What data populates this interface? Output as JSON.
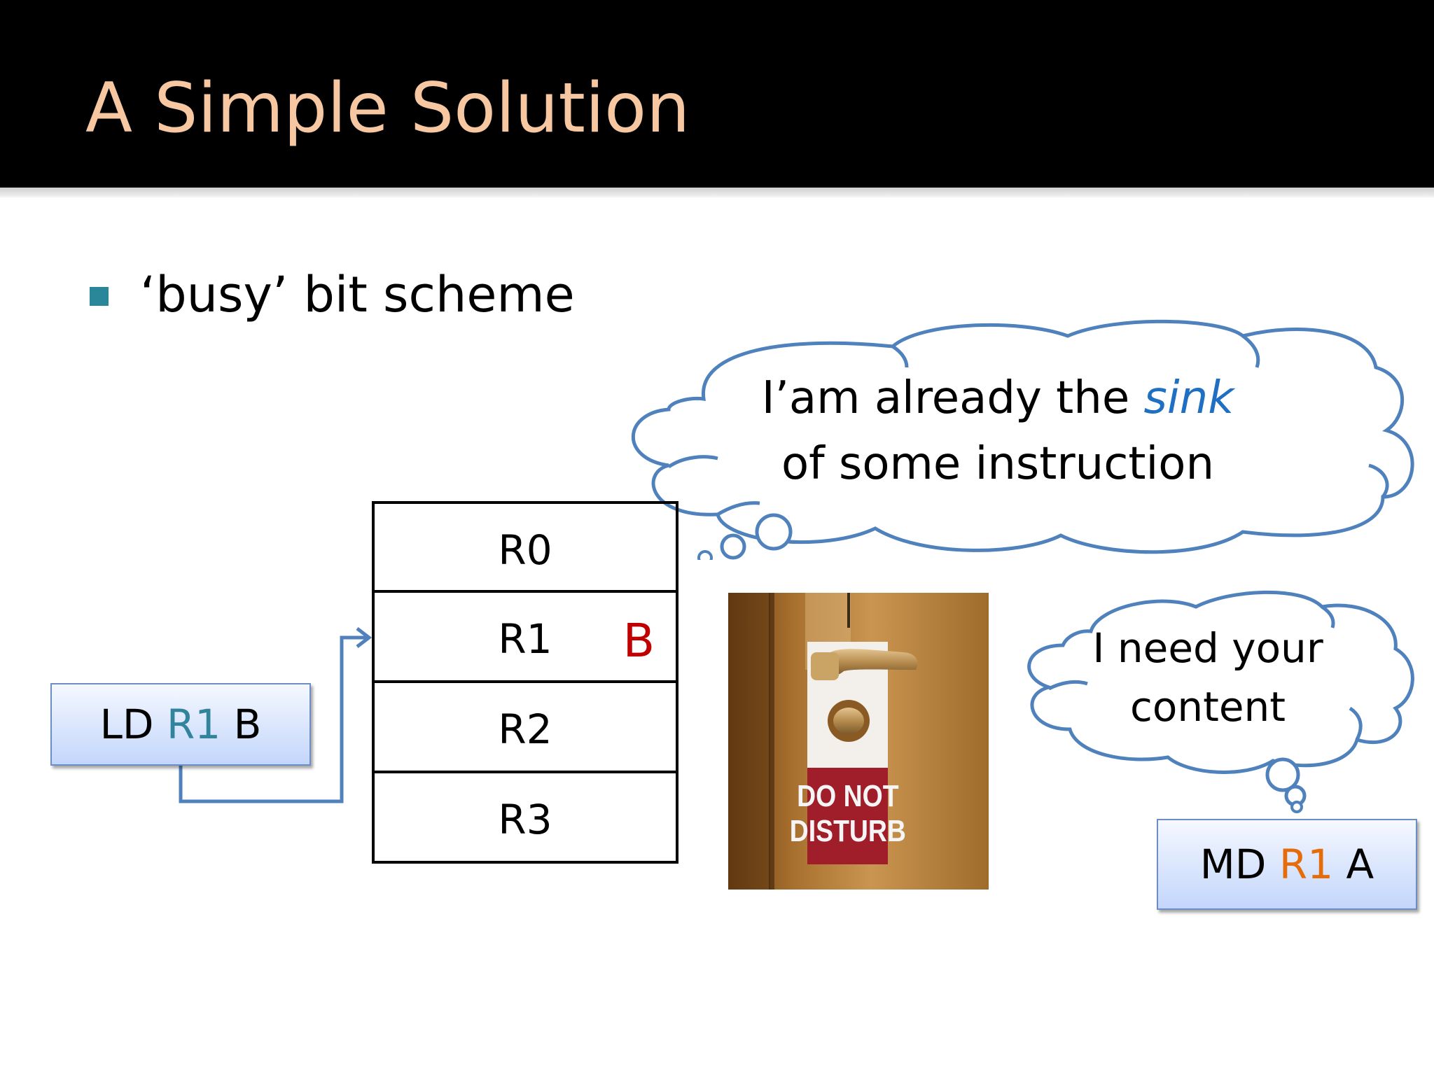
{
  "slide": {
    "title": "A Simple Solution",
    "bullet": "‘busy’ bit scheme"
  },
  "cloud_top": {
    "line1_prefix": "I’am already the ",
    "line1_emphasis": "sink",
    "line2": "of some instruction"
  },
  "cloud_right": {
    "line1": "I need your",
    "line2": "content"
  },
  "registers": [
    {
      "name": "R0",
      "busy": ""
    },
    {
      "name": "R1",
      "busy": "B"
    },
    {
      "name": "R2",
      "busy": ""
    },
    {
      "name": "R3",
      "busy": ""
    }
  ],
  "instructions": {
    "load": {
      "op": "LD",
      "reg": "R1",
      "operand": "B"
    },
    "move": {
      "op": "MD",
      "reg": "R1",
      "operand": "A"
    }
  },
  "door_sign": {
    "line1": "DO NOT",
    "line2": "DISTURB"
  },
  "colors": {
    "title": "#f6c7a1",
    "bullet": "#2a879a",
    "cloud_outline": "#4f81bd",
    "sink_emphasis": "#1f6fc2",
    "busy_flag": "#c00000",
    "load_register": "#31849b",
    "move_register": "#e46c0a",
    "arrow": "#4f81bd"
  }
}
